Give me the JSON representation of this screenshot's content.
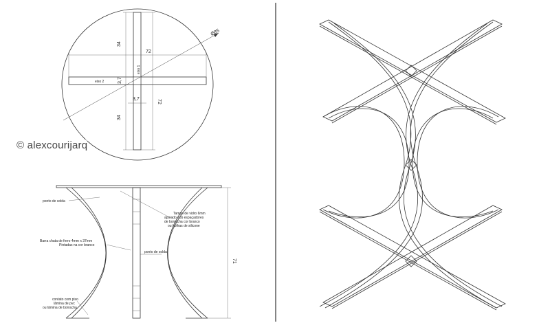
{
  "watermark": "© alexcourijarq",
  "plan": {
    "diameter_label": "Ø85",
    "dim_72_top": "72",
    "dim_34_top": "34",
    "dim_37_center": "3,7",
    "dim_37_lower": "3,7",
    "dim_72_right": "72",
    "dim_34_bottom": "34",
    "axis_1_label": "eixo 1",
    "axis_2_label": "eixo 2"
  },
  "elevation": {
    "solder_point_top": "ponto de solda",
    "solder_point_mid": "ponto de solda",
    "glass_note": [
      "Tampo de vidro 6mm",
      "apoiado sob espaçadores",
      "de borracha cor branco",
      "ou bolhas de silicone"
    ],
    "bar_note": [
      "Barra chata de ferro 4mm x 37mm",
      "Pintadas na cor branco"
    ],
    "contact_note": [
      "contato com piso",
      "lâmina de pvc",
      "ou lâmina de borracha"
    ],
    "height_label": "71"
  }
}
